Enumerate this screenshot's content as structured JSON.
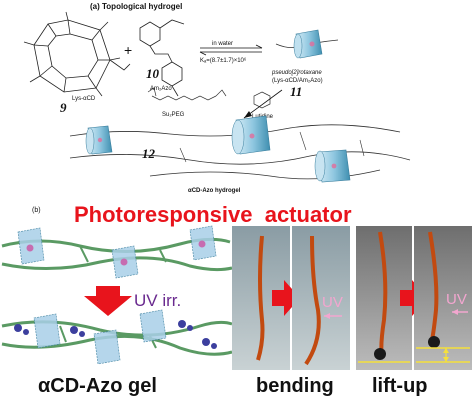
{
  "panel_a": {
    "heading": "(a) Topological hydrogel",
    "compound_9_label": "9",
    "compound_9_name": "Lys-αCD",
    "plus_sign": "+",
    "compound_10_label": "10",
    "compound_10_name": "Am₂Azo",
    "arrow_condition": "in water",
    "ka_text": "Kₐ=(8.7±1.7)×10⁶",
    "rotaxane_name_line1": "pseudo[2]rotaxane",
    "rotaxane_name_line2": "(Lys-αCD/Am₂Azo)",
    "compound_11_label": "11",
    "reagent_left": "Su₂PEG",
    "reagent_right": "Lutidine",
    "compound_12_label": "12",
    "hydrogel_caption": "αCD-Azo hydrogel"
  },
  "panel_b": {
    "heading": "(b)",
    "title": "Photoresponsive  actuator",
    "uv_label": "UV irr.",
    "gel_caption": "αCD-Azo gel",
    "bending_caption": "bending",
    "liftup_caption": "lift-up",
    "photo_uv_label_1": "UV",
    "photo_uv_label_2": "UV"
  },
  "colors": {
    "title_red": "#e8141c",
    "arrow_red": "#e8141c",
    "uv_purple": "#6a2a8f",
    "chain_green": "#5a9a63",
    "ring_blue": "#a9cfe8",
    "photo_uv_pink": "#f2a6cf"
  }
}
